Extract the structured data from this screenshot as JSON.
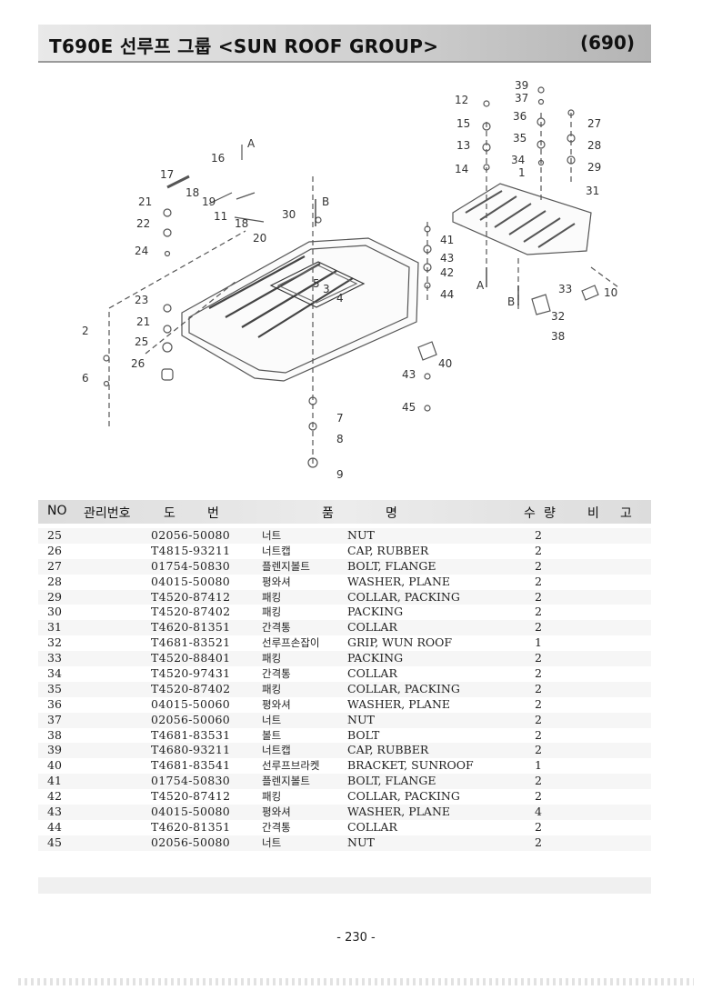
{
  "header": {
    "title": "T690E 선루프 그룹 <SUN ROOF GROUP>",
    "page_code": "(690)"
  },
  "diagram": {
    "callouts": [
      "1",
      "2",
      "3",
      "4",
      "5",
      "6",
      "7",
      "8",
      "9",
      "10",
      "11",
      "12",
      "13",
      "14",
      "15",
      "16",
      "17",
      "18",
      "18",
      "19",
      "20",
      "21",
      "21",
      "22",
      "23",
      "24",
      "25",
      "26",
      "27",
      "28",
      "29",
      "30",
      "31",
      "32",
      "33",
      "34",
      "35",
      "36",
      "37",
      "38",
      "39",
      "40",
      "41",
      "42",
      "43",
      "43",
      "44",
      "45",
      "A",
      "A",
      "B",
      "B"
    ]
  },
  "table": {
    "headers": {
      "no": "NO",
      "mgmt": "관리번호",
      "do": "도",
      "beon": "번",
      "pum": "품",
      "myeong": "명",
      "su": "수",
      "ryang": "량",
      "bi": "비",
      "go": "고"
    },
    "rows": [
      {
        "no": "25",
        "part": "02056-50080",
        "kr": "너트",
        "en": "NUT",
        "qty": "2"
      },
      {
        "no": "26",
        "part": "T4815-93211",
        "kr": "너트캡",
        "en": "CAP, RUBBER",
        "qty": "2"
      },
      {
        "no": "27",
        "part": "01754-50830",
        "kr": "플렌지볼트",
        "en": "BOLT, FLANGE",
        "qty": "2"
      },
      {
        "no": "28",
        "part": "04015-50080",
        "kr": "평와셔",
        "en": "WASHER, PLANE",
        "qty": "2"
      },
      {
        "no": "29",
        "part": "T4520-87412",
        "kr": "패킹",
        "en": "COLLAR, PACKING",
        "qty": "2"
      },
      {
        "no": "30",
        "part": "T4520-87402",
        "kr": "패킹",
        "en": "PACKING",
        "qty": "2"
      },
      {
        "no": "31",
        "part": "T4620-81351",
        "kr": "간격통",
        "en": "COLLAR",
        "qty": "2"
      },
      {
        "no": "32",
        "part": "T4681-83521",
        "kr": "선루프손잡이",
        "en": "GRIP, WUN ROOF",
        "qty": "1"
      },
      {
        "no": "33",
        "part": "T4520-88401",
        "kr": "패킹",
        "en": "PACKING",
        "qty": "2"
      },
      {
        "no": "34",
        "part": "T4520-97431",
        "kr": "간격통",
        "en": "COLLAR",
        "qty": "2"
      },
      {
        "no": "35",
        "part": "T4520-87402",
        "kr": "패킹",
        "en": "COLLAR, PACKING",
        "qty": "2"
      },
      {
        "no": "36",
        "part": "04015-50060",
        "kr": "평와셔",
        "en": "WASHER, PLANE",
        "qty": "2"
      },
      {
        "no": "37",
        "part": "02056-50060",
        "kr": "너트",
        "en": "NUT",
        "qty": "2"
      },
      {
        "no": "38",
        "part": "T4681-83531",
        "kr": "볼트",
        "en": "BOLT",
        "qty": "2"
      },
      {
        "no": "39",
        "part": "T4680-93211",
        "kr": "너트캡",
        "en": "CAP, RUBBER",
        "qty": "2"
      },
      {
        "no": "40",
        "part": "T4681-83541",
        "kr": "선루프브라켓",
        "en": "BRACKET, SUNROOF",
        "qty": "1"
      },
      {
        "no": "41",
        "part": "01754-50830",
        "kr": "플렌지볼트",
        "en": " BOLT, FLANGE",
        "qty": "2"
      },
      {
        "no": "42",
        "part": "T4520-87412",
        "kr": "패킹",
        "en": "COLLAR, PACKING",
        "qty": "2"
      },
      {
        "no": "43",
        "part": "04015-50080",
        "kr": "평와셔",
        "en": "WASHER, PLANE",
        "qty": "4"
      },
      {
        "no": "44",
        "part": "T4620-81351",
        "kr": "간격통",
        "en": "COLLAR",
        "qty": "2"
      },
      {
        "no": "45",
        "part": "02056-50080",
        "kr": "너트",
        "en": "NUT",
        "qty": "2"
      }
    ]
  },
  "footer": {
    "page_number": "- 230 -"
  }
}
